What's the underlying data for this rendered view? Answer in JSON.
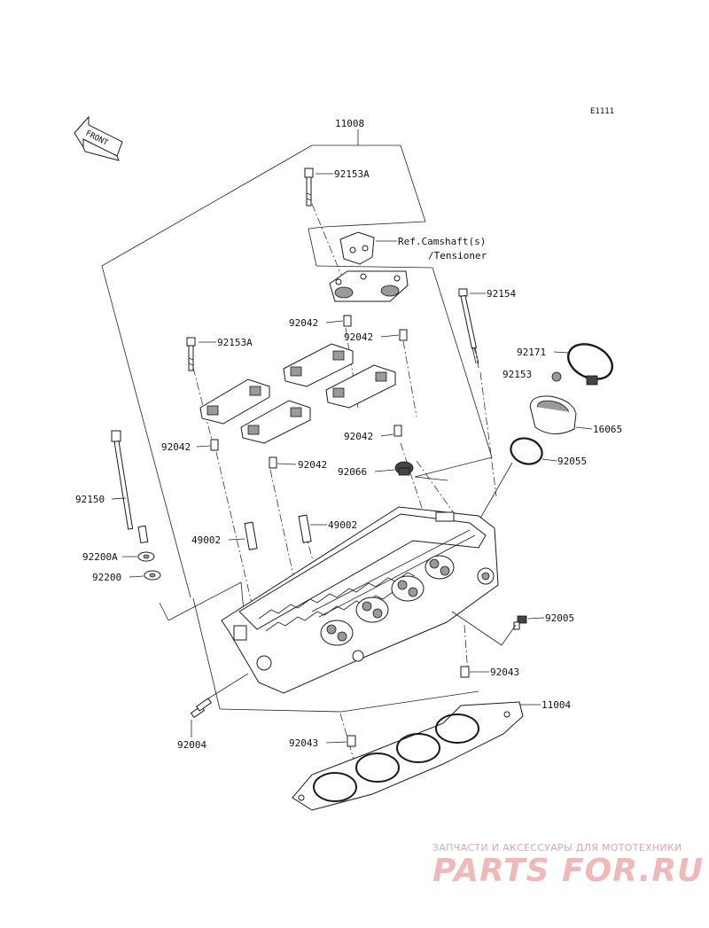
{
  "diagram_code": "E1111",
  "front_label": "FRONT",
  "labels": {
    "l11008": "11008",
    "l92153A_top": "92153A",
    "ref_line1": "Ref.Camshaft(s)",
    "ref_line2": "/Tensioner",
    "l92154": "92154",
    "l92042_a": "92042",
    "l92042_b": "92042",
    "l92153A_mid": "92153A",
    "l92171": "92171",
    "l92153": "92153",
    "l16065": "16065",
    "l92042_c": "92042",
    "l92042_d": "92042",
    "l92042_e": "92042",
    "l92055": "92055",
    "l92066": "92066",
    "l92150": "92150",
    "l49002_a": "49002",
    "l49002_b": "49002",
    "l92200A": "92200A",
    "l92200": "92200",
    "l92005": "92005",
    "l92043_a": "92043",
    "l11004": "11004",
    "l92004": "92004",
    "l92043_b": "92043"
  },
  "watermark": {
    "tagline": "ЗАПЧАСТИ И АКСЕССУАРЫ ДЛЯ МОТОТЕХНИКИ",
    "logo": "PARTS FOR.RU"
  },
  "colors": {
    "line": "#222222",
    "watermark": "#f0b8b8"
  }
}
